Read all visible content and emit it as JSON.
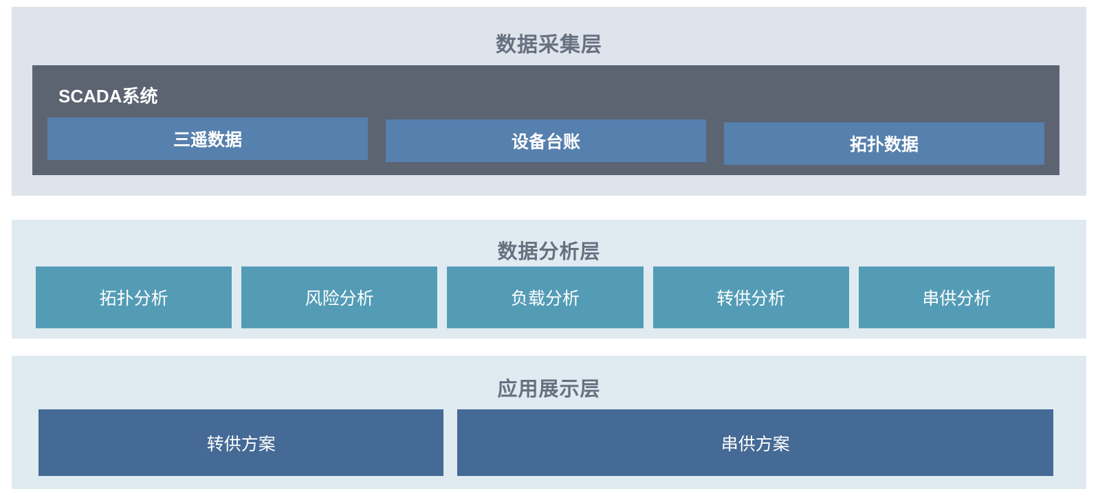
{
  "diagram": {
    "type": "layered-architecture",
    "layers": [
      {
        "id": "data-acquisition",
        "title": "数据采集层",
        "group": {
          "label": "SCADA系统",
          "items": [
            {
              "label": "三遥数据"
            },
            {
              "label": "设备台账"
            },
            {
              "label": "拓扑数据"
            }
          ]
        }
      },
      {
        "id": "data-analysis",
        "title": "数据分析层",
        "items": [
          {
            "label": "拓扑分析"
          },
          {
            "label": "风险分析"
          },
          {
            "label": "负载分析"
          },
          {
            "label": "转供分析"
          },
          {
            "label": "串供分析"
          }
        ]
      },
      {
        "id": "application-presentation",
        "title": "应用展示层",
        "items": [
          {
            "label": "转供方案"
          },
          {
            "label": "串供方案"
          }
        ]
      }
    ],
    "colors": {
      "acquisition_bg": "#dfe3ec",
      "analysis_bg": "#dfebf1",
      "application_bg": "#dfebf1",
      "scada_panel": "#5c6472",
      "acquisition_box": "#5680ad",
      "analysis_box": "#549cb6",
      "application_box": "#446a95",
      "title_text": "#66707f",
      "box_text": "#ffffff"
    }
  }
}
